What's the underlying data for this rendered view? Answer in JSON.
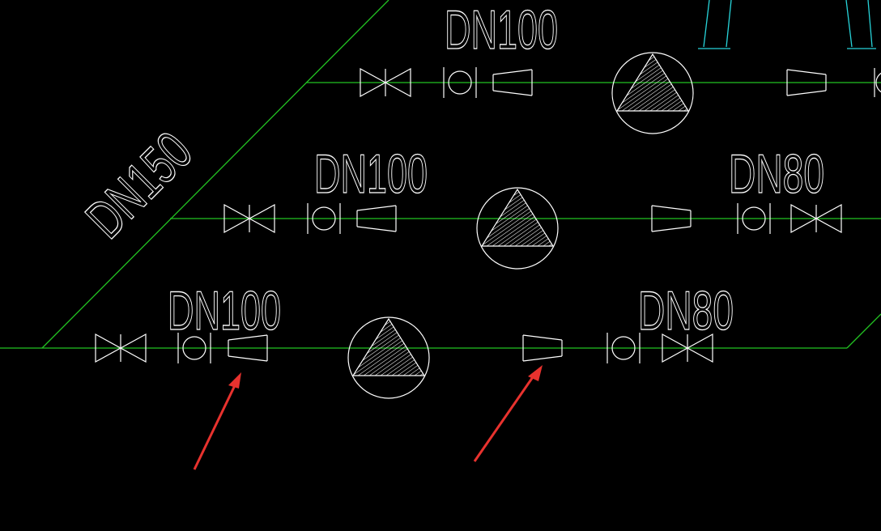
{
  "colors": {
    "background": "#000000",
    "pipe": "#22c322",
    "symbol": "#ffffff",
    "equipment": "#27d3d9",
    "annotation": "#e8322e"
  },
  "labels": {
    "riser": "DN150",
    "row1_left": "DN100",
    "row2_left": "DN100",
    "row2_right": "DN80",
    "row3_left": "DN100",
    "row3_right": "DN80"
  },
  "symbols": {
    "valve": "gate-valve-icon",
    "joint": "flexible-joint-icon",
    "reducer": "reducer-icon",
    "pump": "pump-icon",
    "arrow": "red-arrow-icon"
  }
}
